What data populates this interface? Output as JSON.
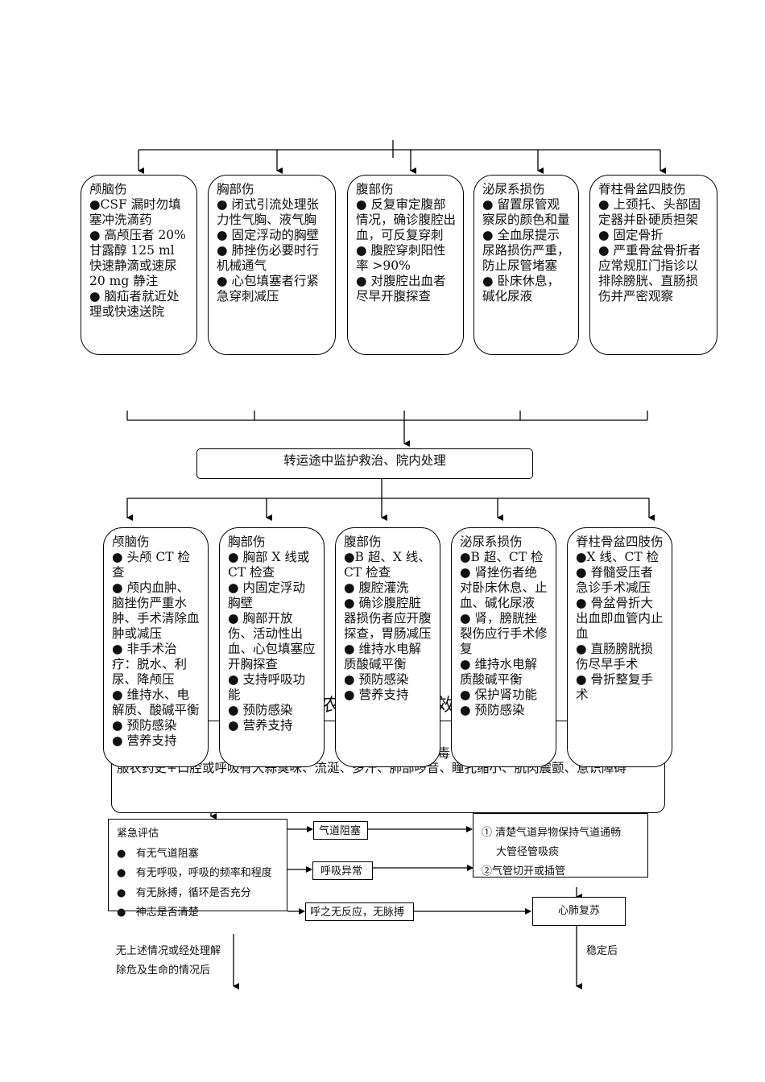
{
  "upper_boxes": [
    {
      "title": "颅脑伤",
      "items": [
        "●CSF 漏时勿填塞冲洗滴药",
        "● 高颅压者 20% 甘露醇 125 ml 快速静滴或速尿 20 mg 静注",
        "● 脑疝者就近处理或快速送院"
      ]
    },
    {
      "title": "胸部伤",
      "items": [
        "● 闭式引流处理张力性气胸、液气胸",
        "● 固定浮动的胸壁",
        "● 肺挫伤必要时行机械通气",
        "● 心包填塞者行紧急穿刺减压"
      ]
    },
    {
      "title": "腹部伤",
      "items": [
        "● 反复审定腹部情况，确诊腹腔出血，可反复穿刺",
        "● 腹腔穿刺阳性率 >90%",
        "● 对腹腔出血者尽早开腹探查"
      ]
    },
    {
      "title": "泌尿系损伤",
      "items": [
        "● 留置尿管观察尿的颜色和量",
        "● 全血尿提示尿路损伤严重，防止尿管堵塞",
        "● 卧床休息，碱化尿液"
      ]
    },
    {
      "title": "脊柱骨盆四肢伤",
      "items": [
        "● 上颈托、头部固定器并卧硬质担架",
        "● 固定骨折",
        "● 严重骨盆骨折者应常规肛门指诊以排除膀胱、直肠损伤并严密观察"
      ]
    }
  ],
  "transit": {
    "label": "转运途中监护救治、院内处理"
  },
  "lower_boxes": [
    {
      "title": "颅脑伤",
      "items": [
        "● 头颅 CT 检查",
        "● 颅内血肿、脑挫伤严重水肿、手术清除血肿或减压",
        "● 非手术治疗：脱水、利尿、降颅压",
        "● 维持水、电解质、酸碱平衡",
        "● 预防感染",
        "● 营养支持"
      ]
    },
    {
      "title": "胸部伤",
      "items": [
        "● 胸部 X 线或 CT 检查",
        "● 内固定浮动胸壁",
        "● 胸部开放伤、活动性出血、心包填塞应开胸探查",
        "● 支持呼吸功能",
        "● 预防感染",
        "● 营养支持"
      ]
    },
    {
      "title": "腹部伤",
      "items": [
        "●B 超、X 线、CT 检查",
        "● 腹腔灌洗",
        "● 确诊腹腔脏器损伤者应开腹探查，胃肠减压",
        "● 维持水电解质酸碱平衡",
        "● 预防感染",
        "● 营养支持"
      ]
    },
    {
      "title": "泌尿系损伤",
      "items": [
        "●B 超、CT 检",
        "● 肾挫伤者绝对卧床休息、止血、碱化尿液",
        "● 肾，膀胱挫裂伤应行手术修复",
        "● 维持水电解质酸碱平衡",
        "● 保护肾功能",
        "● 预防感染"
      ]
    },
    {
      "title": "脊柱骨盆四肢伤",
      "items": [
        "●X 线、CT 检",
        "● 脊髓受压者急诊手术减压",
        "● 骨盆骨折大出血即血管内止血",
        "● 直肠膀胱损伤尽早手术",
        "● 骨折整复手术"
      ]
    }
  ],
  "background_fragments": {
    "f1": "农",
    "f2": "效",
    "f3": "毒",
    "history_line": "服农药史+口腔或呼吸有大蒜臭味、流涎、多汗、肺部啰音、瞳孔缩小、肌肉震颤、意识障碍"
  },
  "assessment": {
    "title": "紧急评估",
    "items": [
      "有无气道阻塞",
      "有无呼吸，呼吸的频率和程度",
      "有无脉搏，循环是否充分",
      "神志是否清楚"
    ]
  },
  "small_boxes": {
    "airway": "气道阻塞",
    "breathing": "呼吸异常",
    "no_response": "呼之无反应，无脉搏",
    "cpr": "心肺复苏"
  },
  "airway_treatment": {
    "items": [
      "① 清楚气道异物保持气道通畅",
      "大管径管吸痰",
      "②气管切开或插管"
    ]
  },
  "bottom_left_text": [
    "无上述情况或经处理解",
    "除危及生命的情况后"
  ],
  "bottom_right_text": "稳定后"
}
